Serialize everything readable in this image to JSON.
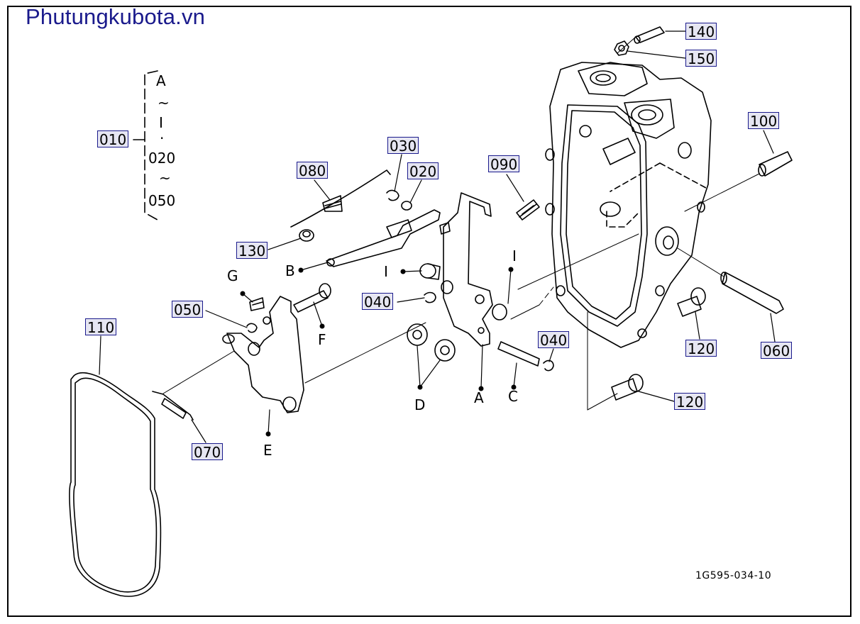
{
  "brand": "Phutungkubota.vn",
  "drawing_code": "1G595-034-10",
  "range_legend": {
    "part": "010",
    "line1": "A",
    "tilde1": "~",
    "line2": "I",
    "dot": "·",
    "line3": "020",
    "tilde2": "~",
    "line4": "050"
  },
  "callouts": {
    "c140": "140",
    "c150": "150",
    "c100": "100",
    "c030": "030",
    "c020": "020",
    "c080": "080",
    "c090": "090",
    "c130": "130",
    "c050": "050",
    "c040a": "040",
    "c040b": "040",
    "c110": "110",
    "c070": "070",
    "c120a": "120",
    "c120b": "120",
    "c060": "060"
  },
  "letters": {
    "B": "B",
    "G": "G",
    "I1": "I",
    "I2": "I",
    "F": "F",
    "E": "E",
    "D": "D",
    "A": "A",
    "C": "C"
  },
  "colors": {
    "callout_border": "#1a1a8c",
    "callout_fill": "#e6e6f2",
    "brand": "#1a1a8c",
    "line": "#000000"
  }
}
